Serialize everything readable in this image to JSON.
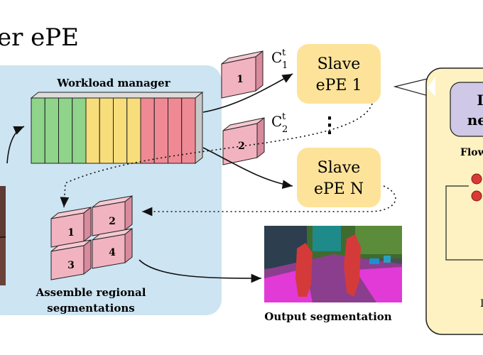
{
  "title": "er ePE",
  "panel": {
    "workload_manager_label": "Workload manager",
    "assemble_label_line1": "Assemble regional",
    "assemble_label_line2": "segmentations",
    "tiles": [
      "1",
      "2",
      "3",
      "4"
    ]
  },
  "chunks": [
    {
      "label": "1",
      "symbol": "C",
      "sup": "t",
      "sub": "1"
    },
    {
      "label": "2",
      "symbol": "C",
      "sup": "t",
      "sub": "2"
    }
  ],
  "slaves": [
    {
      "line1": "Slave",
      "line2": "ePE 1"
    },
    {
      "line1": "Slave",
      "line2": "ePE N"
    }
  ],
  "ellipsis": "⋮",
  "output_label": "Output segmentation",
  "right_panel": {
    "box_text_line1": "I",
    "box_text_line2": "net",
    "flow_text": "Flow",
    "side_text": "I"
  },
  "colors": {
    "panel_bg": "#cde4f2",
    "green": "#8fd48a",
    "yellow": "#f8dd7b",
    "red": "#ef8a94",
    "tile": "#f2b3c0",
    "tile_side": "#d98a9c",
    "slave_bg": "#fde39a",
    "right_bg": "#fff2c2",
    "lavender": "#cfc8e6",
    "dot_red": "#d93a35"
  }
}
